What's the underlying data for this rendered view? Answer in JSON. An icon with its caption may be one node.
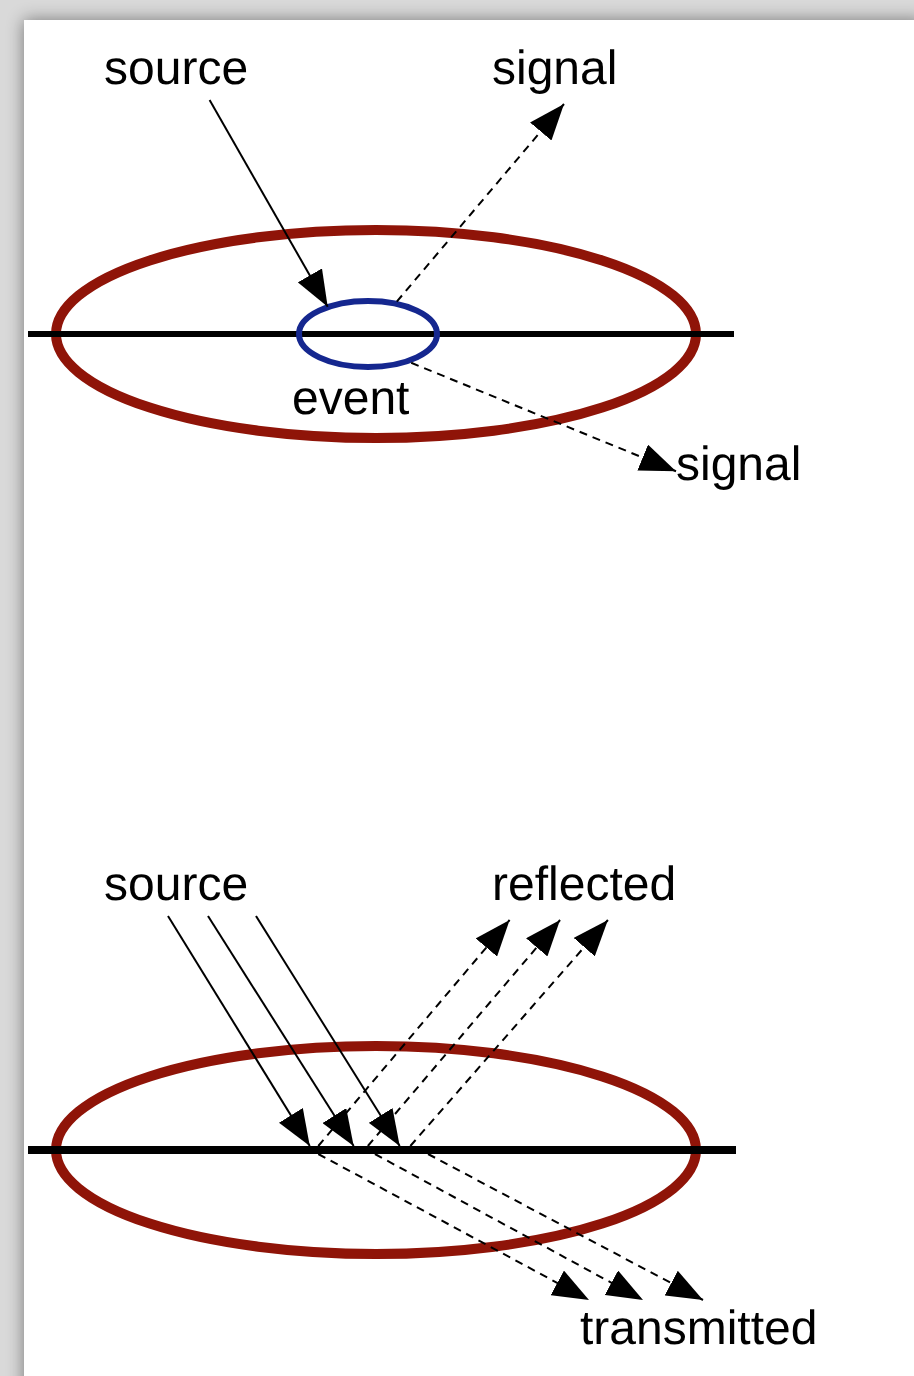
{
  "diagram": {
    "nodes": [
      {
        "text": [
          "source"
        ]
      },
      {
        "text": [
          "signal"
        ]
      },
      {
        "text": [],
        "shape": "circle",
        "beside": [
          "event"
        ]
      },
      {
        "text": [
          "signal"
        ]
      },
      {
        "text": [
          "source"
        ]
      },
      {
        "text": [
          "reflected"
        ]
      },
      {
        "text": [],
        "shape": "bar"
      },
      {
        "text": [
          "transmitted"
        ]
      }
    ],
    "edges": [
      {
        "from": 0,
        "to": 2,
        "arrow": "to"
      },
      {
        "from": 2,
        "to": 1,
        "arrow": "to",
        "style": "dashed"
      },
      {
        "from": 2,
        "to": 3,
        "arrow": "to",
        "style": "dashed"
      },
      {
        "from": 4,
        "to": 6,
        "arrow": "to"
      },
      {
        "from": 4,
        "to": 6,
        "arrow": "to"
      },
      {
        "from": 4,
        "to": 6,
        "arrow": "to"
      },
      {
        "from": 6,
        "to": 5,
        "arrow": "to",
        "style": "dashed"
      },
      {
        "from": 6,
        "to": 5,
        "arrow": "to",
        "style": "dashed"
      },
      {
        "from": 6,
        "to": 5,
        "arrow": "to",
        "style": "dashed"
      },
      {
        "from": 6,
        "to": 7,
        "arrow": "to",
        "style": "dashed"
      },
      {
        "from": 6,
        "to": 7,
        "arrow": "to",
        "style": "dashed"
      },
      {
        "from": 6,
        "to": 7,
        "arrow": "to",
        "style": "dashed"
      }
    ]
  }
}
